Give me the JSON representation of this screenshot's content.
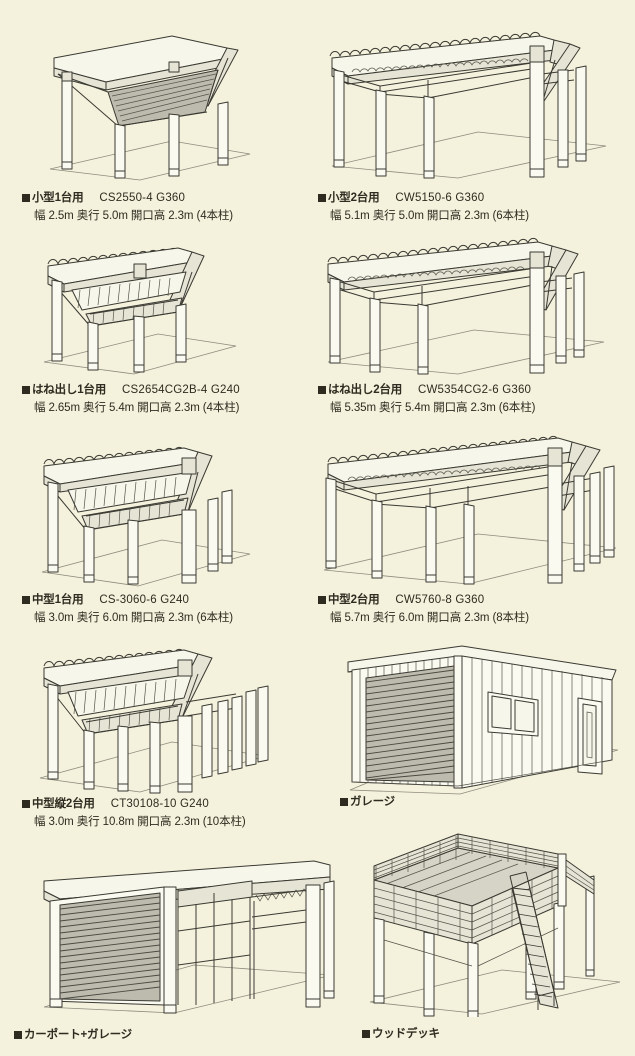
{
  "page": {
    "background_color": "#f4f1dc",
    "text_color": "#2e2c20"
  },
  "products": [
    {
      "id": "cs2550",
      "illustration": "carport-small-1car",
      "name": "小型1台用",
      "code": "CS2550-4 G360",
      "specs": "幅 2.5m 奥行 5.0m 開口高 2.3m (4本柱)",
      "width": "2.5m",
      "depth": "5.0m",
      "opening_height": "2.3m",
      "posts": "4本柱"
    },
    {
      "id": "cw5150",
      "illustration": "carport-small-2car",
      "name": "小型2台用",
      "code": "CW5150-6 G360",
      "specs": "幅 5.1m 奥行 5.0m 開口高 2.3m (6本柱)",
      "width": "5.1m",
      "depth": "5.0m",
      "opening_height": "2.3m",
      "posts": "6本柱"
    },
    {
      "id": "cs2654",
      "illustration": "carport-cantilever-1car",
      "name": "はね出し1台用",
      "code": "CS2654CG2B-4 G240",
      "specs": "幅 2.65m 奥行 5.4m 開口高 2.3m (4本柱)",
      "width": "2.65m",
      "depth": "5.4m",
      "opening_height": "2.3m",
      "posts": "4本柱"
    },
    {
      "id": "cw5354",
      "illustration": "carport-cantilever-2car",
      "name": "はね出し2台用",
      "code": "CW5354CG2-6 G360",
      "specs": "幅 5.35m 奥行 5.4m 開口高 2.3m (6本柱)",
      "width": "5.35m",
      "depth": "5.4m",
      "opening_height": "2.3m",
      "posts": "6本柱"
    },
    {
      "id": "cs3060",
      "illustration": "carport-medium-1car",
      "name": "中型1台用",
      "code": "CS-3060-6 G240",
      "specs": "幅 3.0m 奥行 6.0m 開口高 2.3m (6本柱)",
      "width": "3.0m",
      "depth": "6.0m",
      "opening_height": "2.3m",
      "posts": "6本柱"
    },
    {
      "id": "cw5760",
      "illustration": "carport-medium-2car",
      "name": "中型2台用",
      "code": "CW5760-8 G360",
      "specs": "幅 5.7m 奥行 6.0m 開口高 2.3m (8本柱)",
      "width": "5.7m",
      "depth": "6.0m",
      "opening_height": "2.3m",
      "posts": "8本柱"
    },
    {
      "id": "ct30108",
      "illustration": "carport-medium-tandem-2car",
      "name": "中型縦2台用",
      "code": "CT30108-10 G240",
      "specs": "幅 3.0m 奥行 10.8m 開口高 2.3m (10本柱)",
      "width": "3.0m",
      "depth": "10.8m",
      "opening_height": "2.3m",
      "posts": "10本柱"
    },
    {
      "id": "garage",
      "illustration": "garage",
      "name": "ガレージ",
      "code": "",
      "specs": ""
    },
    {
      "id": "carport-garage",
      "illustration": "carport-plus-garage",
      "name": "カーポート+ガレージ",
      "code": "",
      "specs": ""
    },
    {
      "id": "wood-deck",
      "illustration": "wood-deck",
      "name": "ウッドデッキ",
      "code": "",
      "specs": ""
    }
  ]
}
